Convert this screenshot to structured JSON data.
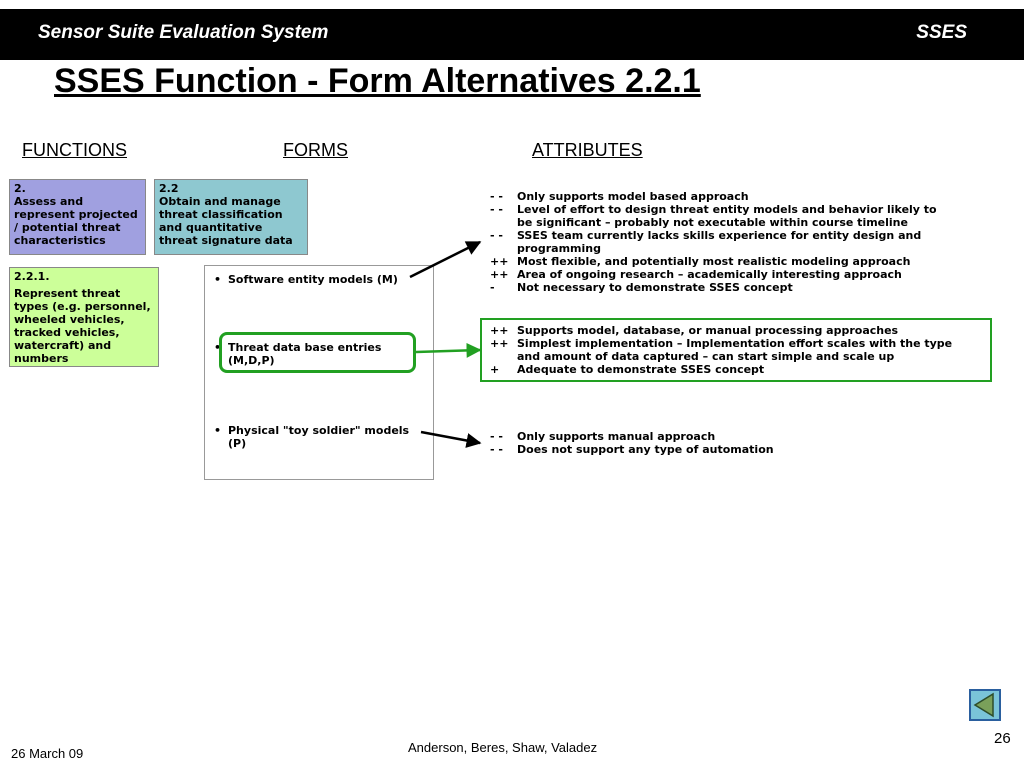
{
  "header": {
    "left_title": "Sensor Suite Evaluation System",
    "right_title": "SSES"
  },
  "slide_title": "SSES Function - Form Alternatives 2.2.1",
  "columns": {
    "functions": "FUNCTIONS",
    "forms": "FORMS",
    "attributes": "ATTRIBUTES"
  },
  "function_boxes": [
    {
      "num": "2.",
      "text": "Assess and represent projected / potential threat characteristics",
      "color": "#a0a0e0"
    },
    {
      "num": "2.2",
      "text": "Obtain and manage threat classification and quantitative threat signature data",
      "color": "#8ec8d0"
    },
    {
      "num": "2.2.1.",
      "text": "Represent threat types (e.g. personnel, wheeled vehicles, tracked vehicles, watercraft) and numbers",
      "color": "#ccff99"
    }
  ],
  "forms": [
    {
      "bullet": "•",
      "text": "Software entity models (M)"
    },
    {
      "bullet": "•",
      "text": "Threat data base entries (M,D,P)"
    },
    {
      "bullet": "•",
      "text": "Physical \"toy soldier\" models (P)"
    }
  ],
  "attributes": {
    "group1": [
      {
        "sym": "- -",
        "text": "Only supports model based approach"
      },
      {
        "sym": "- -",
        "text": "Level of effort to design threat entity models and behavior likely to be significant – probably not executable within course timeline"
      },
      {
        "sym": "- -",
        "text": "SSES team currently lacks skills experience for entity design and programming"
      },
      {
        "sym": "++",
        "text": "Most flexible, and potentially most realistic modeling approach"
      },
      {
        "sym": "++",
        "text": "Area of ongoing research – academically interesting approach"
      },
      {
        "sym": "-",
        "text": "Not necessary to demonstrate SSES concept"
      }
    ],
    "group2": [
      {
        "sym": "++",
        "text": "Supports model,  database, or manual processing approaches"
      },
      {
        "sym": "++",
        "text": "Simplest implementation – Implementation effort scales with the type and amount of data captured – can start simple and scale up"
      },
      {
        "sym": "+",
        "text": "Adequate to demonstrate SSES concept"
      }
    ],
    "group3": [
      {
        "sym": "- -",
        "text": "Only supports manual approach"
      },
      {
        "sym": "- -",
        "text": "Does not support any type of automation"
      }
    ]
  },
  "highlight_color": "#22a022",
  "footer": {
    "date": "26 March 09",
    "authors": "Anderson, Beres, Shaw, Valadez",
    "page": "26"
  },
  "nav": {
    "icon": "back-triangle-icon"
  }
}
